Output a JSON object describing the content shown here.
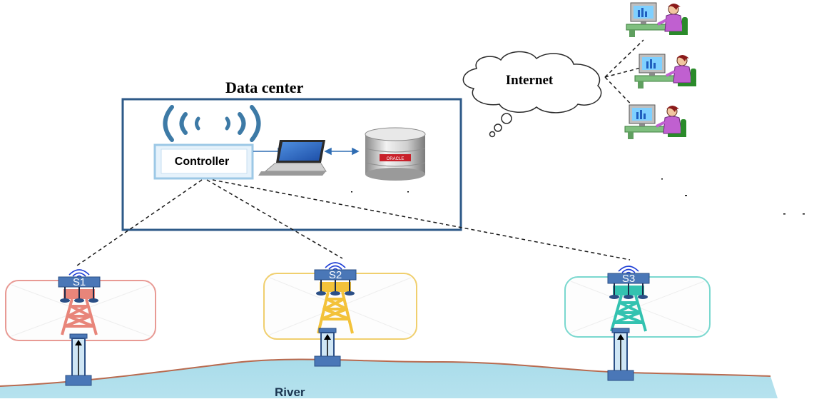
{
  "labels": {
    "data_center": "Data center",
    "controller": "Controller",
    "internet": "Internet",
    "river": "River",
    "database_brand": "ORACLE"
  },
  "stations": [
    {
      "id": "S1",
      "label": "S1",
      "color": "#e8857a",
      "panel_border": "#e89a94"
    },
    {
      "id": "S2",
      "label": "S2",
      "color": "#f3c23a",
      "panel_border": "#f0cf6e"
    },
    {
      "id": "S3",
      "label": "S3",
      "color": "#33c2b0",
      "panel_border": "#7ad8cf"
    }
  ],
  "colors": {
    "box_border": "#2e5a88",
    "wireless": "#3d7aa6",
    "river": "#a9dcea",
    "riverbank": "#b86a4f",
    "switch": "#4a77b7",
    "link": "#2f6db3"
  },
  "users": [
    {
      "id": "user-1"
    },
    {
      "id": "user-2"
    },
    {
      "id": "user-3"
    }
  ]
}
